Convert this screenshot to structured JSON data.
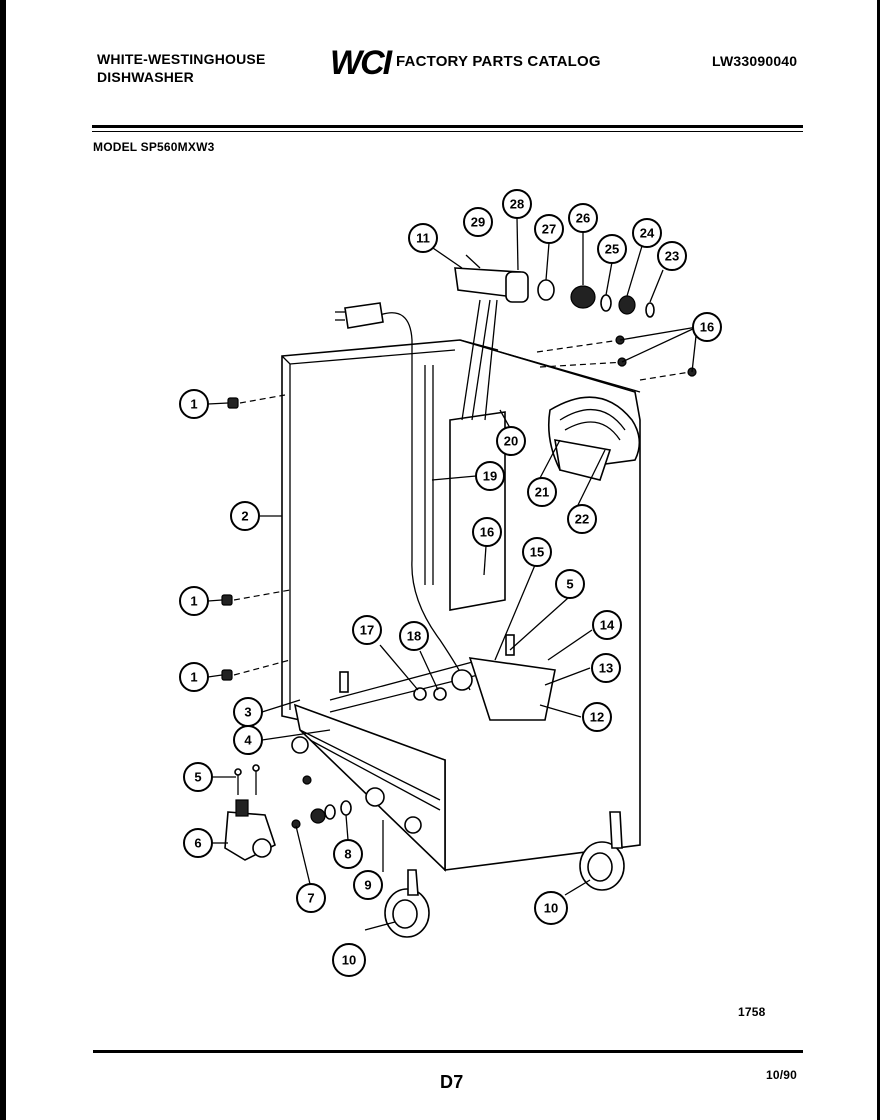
{
  "header": {
    "brand_line1": "WHITE-WESTINGHOUSE",
    "brand_line2": "DISHWASHER",
    "logo": "WCI",
    "catalog_title": "FACTORY PARTS CATALOG",
    "doc_number": "LW33090040"
  },
  "model": "MODEL SP560MXW3",
  "figure_number": "1758",
  "page_code": "D7",
  "date": "10/90",
  "callouts": [
    "1",
    "1",
    "1",
    "2",
    "3",
    "4",
    "5",
    "5",
    "6",
    "7",
    "8",
    "9",
    "10",
    "10",
    "11",
    "12",
    "13",
    "14",
    "15",
    "16",
    "16",
    "17",
    "18",
    "19",
    "20",
    "21",
    "22",
    "23",
    "24",
    "25",
    "26",
    "27",
    "28",
    "29"
  ]
}
